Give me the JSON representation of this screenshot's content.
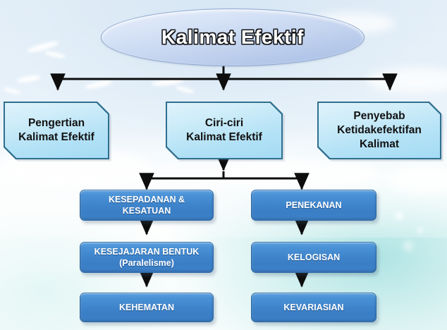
{
  "diagram": {
    "title_node": {
      "label": "Kalimat Efektif"
    },
    "level2": [
      {
        "id": "pengertian",
        "label": "Pengertian\nKalimat Efektif"
      },
      {
        "id": "ciri-ciri",
        "label": "Ciri-ciri\nKalimat Efektif"
      },
      {
        "id": "penyebab",
        "label": "Penyebab\nKetidakefektifan\nKalimat"
      }
    ],
    "level3_left": [
      {
        "id": "kesepadanan",
        "line1": "KESEPADANAN &",
        "line2": "KESATUAN"
      },
      {
        "id": "kesejajaran",
        "line1": "KESEJAJARAN BENTUK",
        "line2": "(Paralelisme)"
      },
      {
        "id": "kehematan",
        "line1": "KEHEMATAN",
        "line2": ""
      }
    ],
    "level3_right": [
      {
        "id": "penekanan",
        "line1": "PENEKANAN",
        "line2": ""
      },
      {
        "id": "kelogisan",
        "line1": "KELOGISAN",
        "line2": ""
      },
      {
        "id": "kevariasian",
        "line1": "KEVARIASIAN",
        "line2": ""
      }
    ],
    "colors": {
      "connector": "#0d0d0d",
      "level2_fill": "#b4e2f6",
      "level2_border": "#2f6f8f",
      "level3_fill": "#3f85cc",
      "level3_border": "#2f6ba5",
      "title_fill": "#c6d6f0",
      "title_text": "#ffffff",
      "background": "#e6f0f8"
    }
  }
}
